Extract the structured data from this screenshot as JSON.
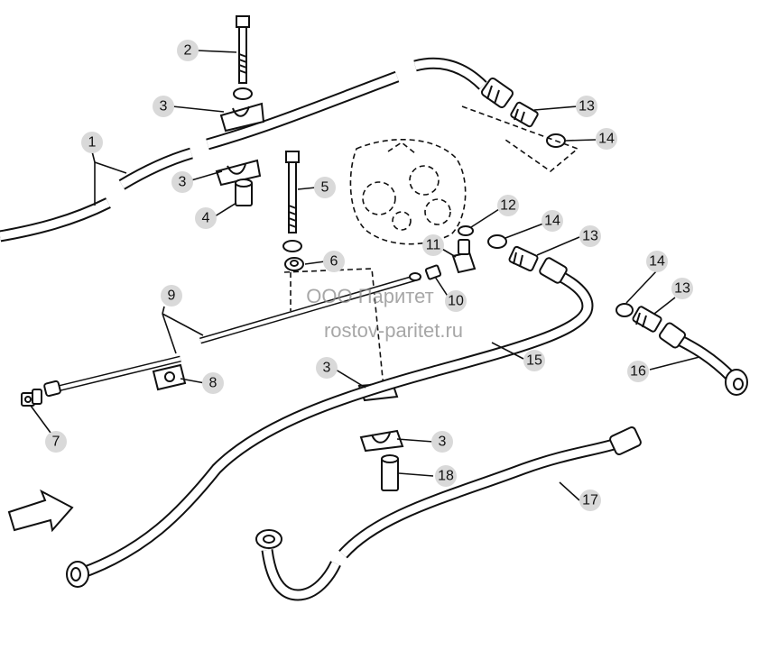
{
  "watermark": {
    "company": "ООО Паритет",
    "site": "rostov-paritet.ru"
  },
  "callouts": [
    "1",
    "2",
    "3",
    "3",
    "3",
    "3",
    "4",
    "5",
    "6",
    "7",
    "8",
    "9",
    "10",
    "11",
    "12",
    "13",
    "13",
    "13",
    "14",
    "14",
    "14",
    "15",
    "16",
    "17",
    "18"
  ],
  "colors": {
    "ink": "#111111",
    "callout_bg": "#d9d9d9",
    "paper": "#ffffff"
  }
}
